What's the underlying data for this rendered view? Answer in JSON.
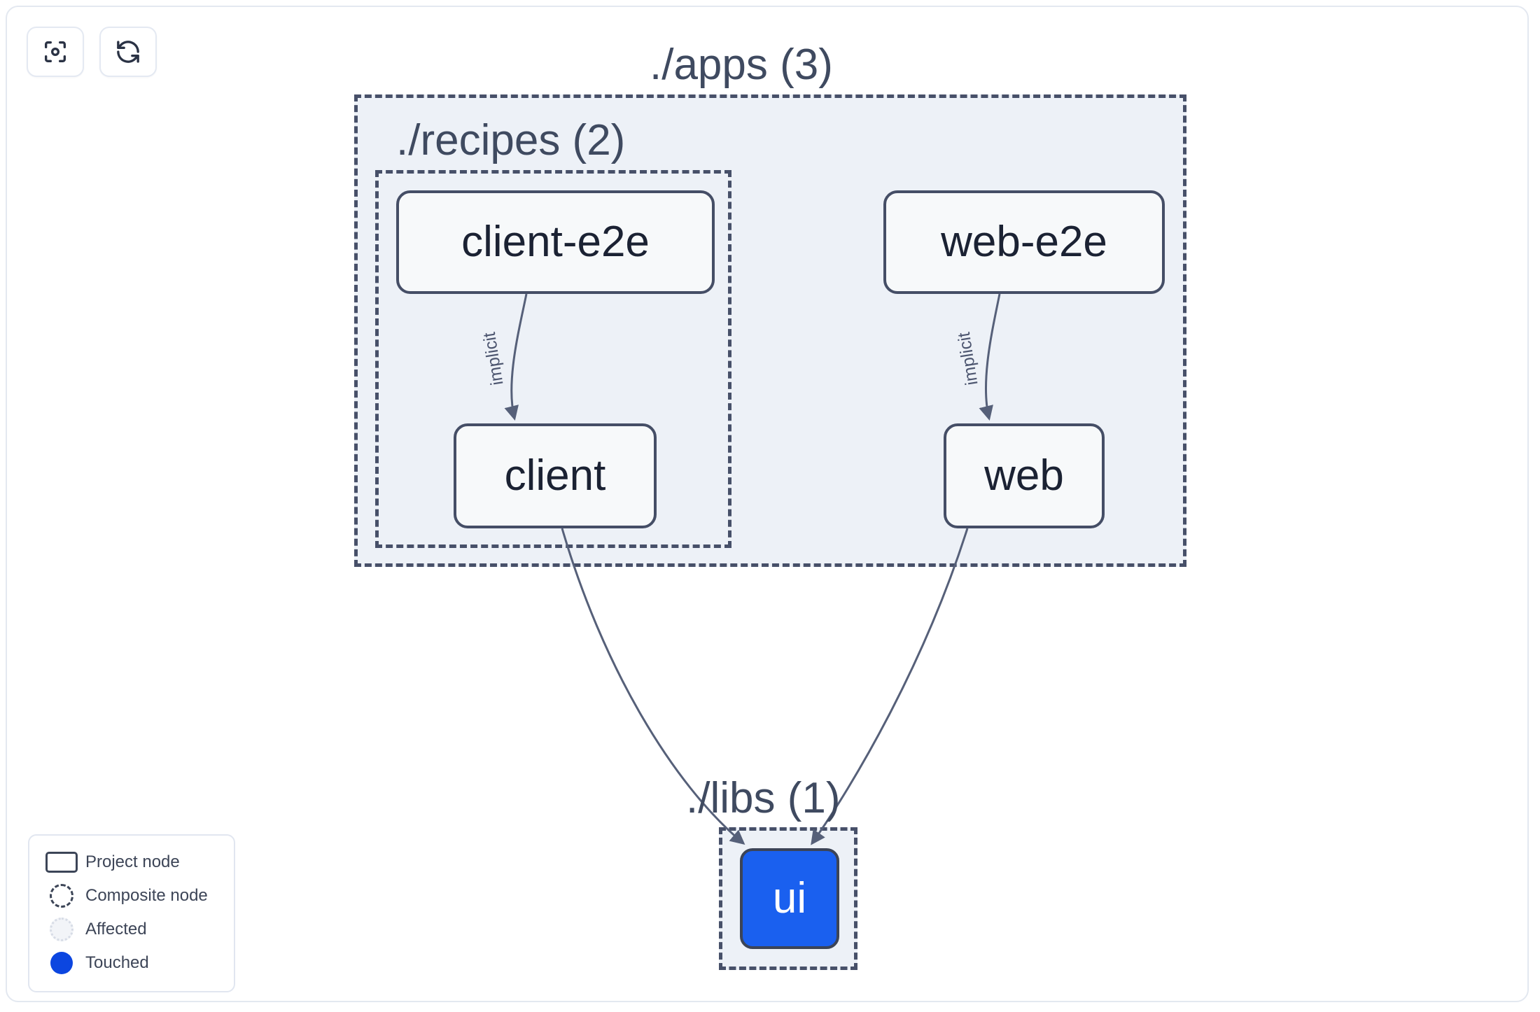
{
  "toolbar": {
    "buttons": [
      {
        "name": "focus-graph-button",
        "icon": "focus-target-icon"
      },
      {
        "name": "refresh-graph-button",
        "icon": "refresh-icon"
      }
    ]
  },
  "graph": {
    "groups": [
      {
        "id": "apps",
        "label": "./apps (3)",
        "count": 3
      },
      {
        "id": "recipes",
        "label": "./recipes (2)",
        "count": 2
      },
      {
        "id": "libs",
        "label": "./libs (1)",
        "count": 1
      }
    ],
    "nodes": [
      {
        "id": "client-e2e",
        "label": "client-e2e",
        "state": "normal",
        "group": "recipes"
      },
      {
        "id": "client",
        "label": "client",
        "state": "normal",
        "group": "recipes"
      },
      {
        "id": "web-e2e",
        "label": "web-e2e",
        "state": "normal",
        "group": "apps"
      },
      {
        "id": "web",
        "label": "web",
        "state": "normal",
        "group": "apps"
      },
      {
        "id": "ui",
        "label": "ui",
        "state": "touched",
        "group": "libs"
      }
    ],
    "edges": [
      {
        "from": "client-e2e",
        "to": "client",
        "label": "implicit"
      },
      {
        "from": "web-e2e",
        "to": "web",
        "label": "implicit"
      },
      {
        "from": "client",
        "to": "ui",
        "label": ""
      },
      {
        "from": "web",
        "to": "ui",
        "label": ""
      }
    ]
  },
  "legend": {
    "items": [
      {
        "label": "Project node",
        "swatch": "project-node-swatch"
      },
      {
        "label": "Composite node",
        "swatch": "composite-node-swatch"
      },
      {
        "label": "Affected",
        "swatch": "affected-swatch"
      },
      {
        "label": "Touched",
        "swatch": "touched-swatch"
      }
    ]
  },
  "colors": {
    "touched": "#0c46e0",
    "node_border": "#454e66",
    "group_fill": "#edf1f7",
    "group_border": "#475069",
    "edge": "#566079"
  }
}
